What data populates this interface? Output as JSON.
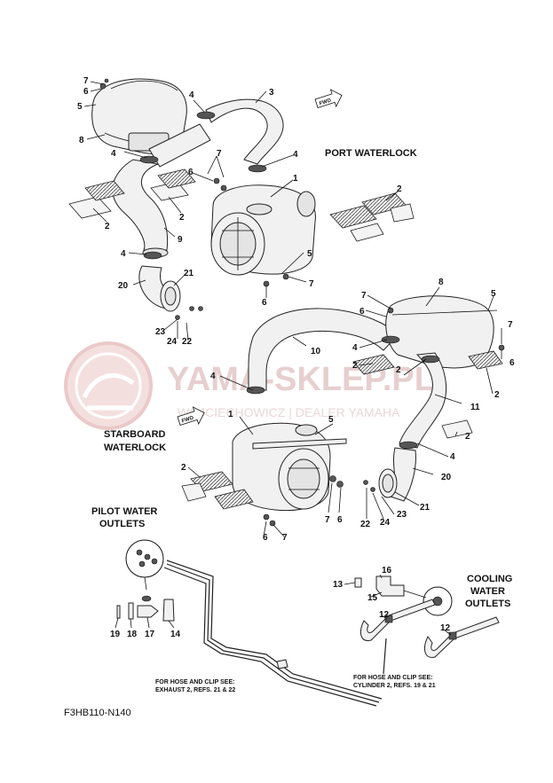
{
  "watermark": {
    "brand": "YAMA-SKLEP.PL",
    "subtitle": "WOJCIECHOWICZ | DEALER YAMAHA"
  },
  "sections": {
    "port_waterlock": "PORT WATERLOCK",
    "starboard_waterlock_1": "STARBOARD",
    "starboard_waterlock_2": "WATERLOCK",
    "pilot_water_1": "PILOT WATER",
    "pilot_water_2": "OUTLETS",
    "cooling_water_1": "COOLING",
    "cooling_water_2": "WATER",
    "cooling_water_3": "OUTLETS"
  },
  "fwd_label": "FWD",
  "notes": {
    "exhaust_1": "FOR HOSE AND CLIP SEE:",
    "exhaust_2": "EXHAUST 2, REFS. 21 & 22",
    "cylinder_1": "FOR HOSE AND CLIP SEE:",
    "cylinder_2": "CYLINDER 2, REFS. 19 & 21"
  },
  "diagram_code": "F3HB110-N140",
  "callouts": {
    "c7a": "7",
    "c6a": "6",
    "c5a": "5",
    "c8a": "8",
    "c4a": "4",
    "c3": "3",
    "c4b": "4",
    "c7b": "7",
    "c6b": "6",
    "c4c": "4",
    "c1a": "1",
    "c2a": "2",
    "c2b": "2",
    "c2c": "2",
    "c9": "9",
    "c4d": "4",
    "c5b": "5",
    "c21a": "21",
    "c20a": "20",
    "c7c": "7",
    "c6c": "6",
    "c23a": "23",
    "c24a": "24",
    "c22a": "22",
    "c7d": "7",
    "c8b": "8",
    "c5c": "5",
    "c6d": "6",
    "c7e": "7",
    "c6e": "6",
    "c10": "10",
    "c4e": "4",
    "c2d": "2",
    "c2e": "2",
    "c4f": "4",
    "c11": "11",
    "c2f": "2",
    "c4g": "4",
    "c1b": "1",
    "c5d": "5",
    "c20b": "20",
    "c2g": "2",
    "c7f": "7",
    "c6f": "6",
    "c6g": "6",
    "c7g": "7",
    "c22b": "22",
    "c24b": "24",
    "c23b": "23",
    "c21b": "21",
    "c16": "16",
    "c13": "13",
    "c15": "15",
    "c12a": "12",
    "c12b": "12",
    "c19": "19",
    "c18": "18",
    "c17": "17",
    "c14": "14"
  }
}
